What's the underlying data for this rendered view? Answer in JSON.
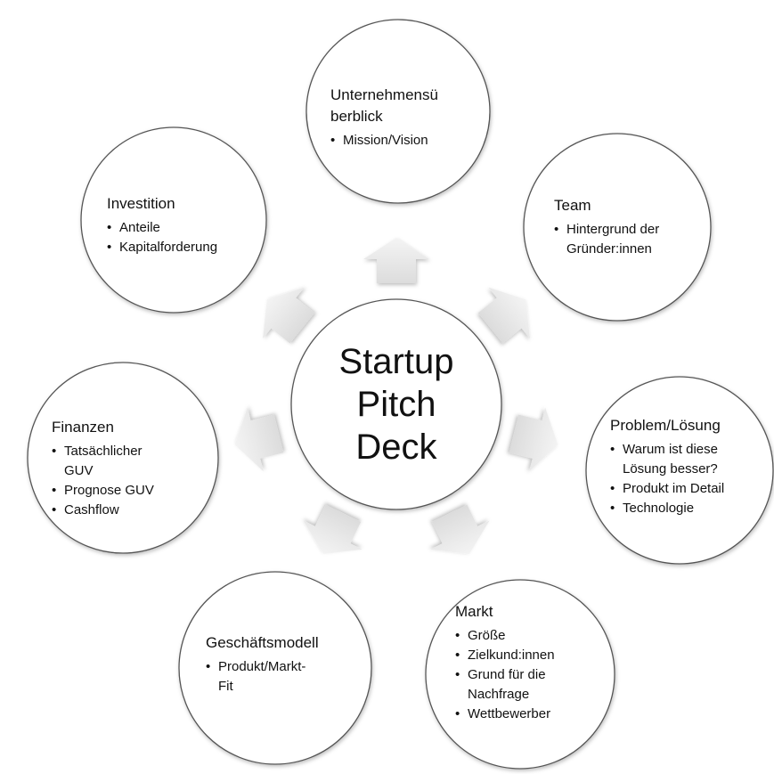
{
  "center": {
    "title": "Startup\nPitch\nDeck"
  },
  "nodes": [
    {
      "id": "overview",
      "title": "Unternehmensü\nberblick",
      "items": [
        "Mission/Vision"
      ]
    },
    {
      "id": "team",
      "title": "Team",
      "items": [
        "Hintergrund der\nGründer:innen"
      ]
    },
    {
      "id": "problem",
      "title": "Problem/Lösung",
      "items": [
        "Warum ist diese\nLösung besser?",
        "Produkt im Detail",
        "Technologie"
      ]
    },
    {
      "id": "market",
      "title": "Markt",
      "items": [
        "Größe",
        "Zielkund:innen",
        "Grund für die\nNachfrage",
        "Wettbewerber"
      ]
    },
    {
      "id": "business",
      "title": "Geschäftsmodell",
      "items": [
        "Produkt/Markt-\nFit"
      ]
    },
    {
      "id": "finance",
      "title": "Finanzen",
      "items": [
        "Tatsächlicher\nGUV",
        "Prognose GUV",
        "Cashflow"
      ]
    },
    {
      "id": "investment",
      "title": "Investition",
      "items": [
        "Anteile",
        "Kapitalforderung"
      ]
    }
  ],
  "colors": {
    "circle_stroke": "#555555",
    "arrow_fill": "#e6e6e6"
  }
}
